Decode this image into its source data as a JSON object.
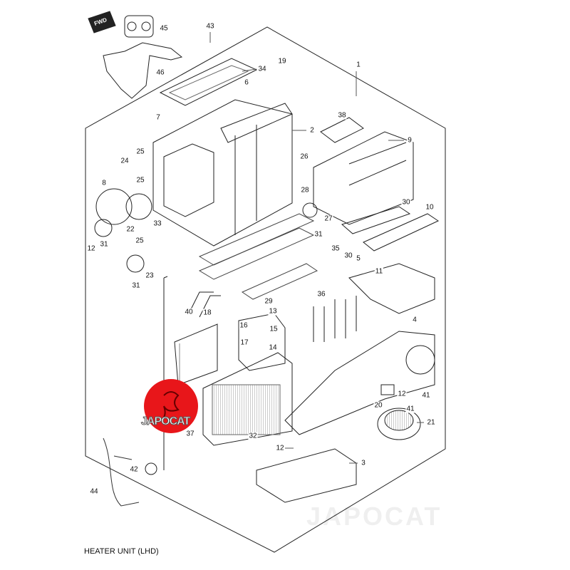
{
  "title": "HEATER UNIT (LHD)",
  "fwd_label": "FWD",
  "watermark": "JAPOCAT",
  "logo_text": "JAPOCAT",
  "logo_color": "#e8161a",
  "callouts": [
    "45",
    "43",
    "46",
    "34",
    "6",
    "19",
    "1",
    "7",
    "2",
    "38",
    "9",
    "24",
    "25",
    "26",
    "25",
    "8",
    "28",
    "22",
    "27",
    "30",
    "10",
    "33",
    "12",
    "31",
    "25",
    "31",
    "35",
    "30",
    "5",
    "11",
    "23",
    "31",
    "29",
    "36",
    "40",
    "18",
    "13",
    "16",
    "15",
    "17",
    "14",
    "4",
    "20",
    "12",
    "41",
    "41",
    "21",
    "37",
    "32",
    "12",
    "3",
    "42",
    "44"
  ]
}
